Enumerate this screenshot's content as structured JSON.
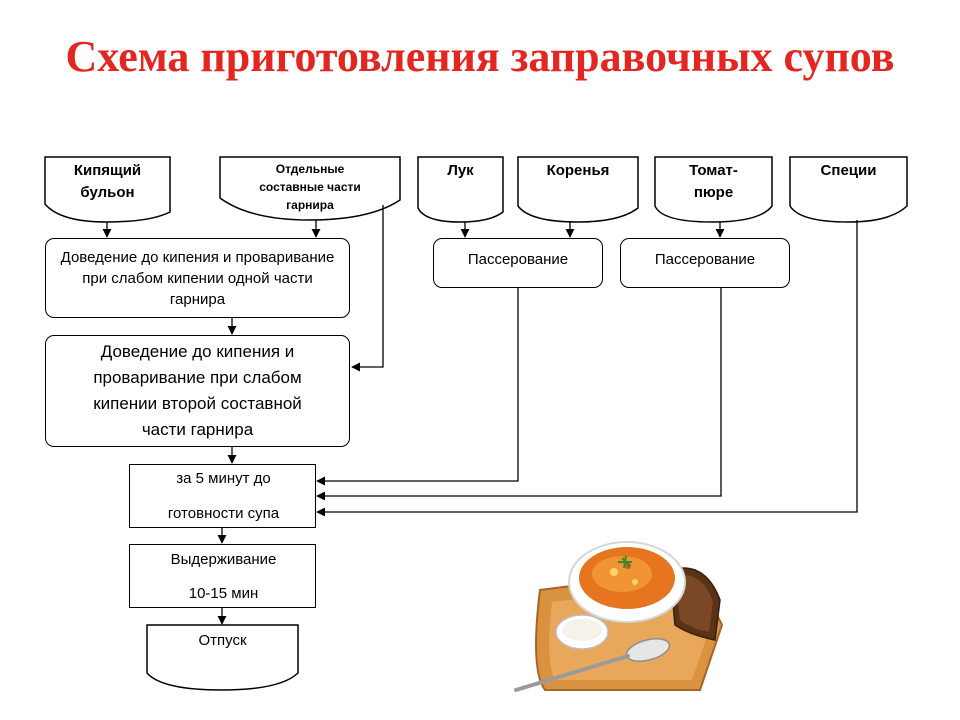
{
  "title": "Схема приготовления заправочных супов",
  "inputs": {
    "broth": [
      "Кипящий",
      "бульон"
    ],
    "garnish": [
      "Отдельные",
      "составные части",
      "гарнира"
    ],
    "onion": "Лук",
    "roots": "Коренья",
    "tomato": [
      "Томат-",
      "пюре"
    ],
    "spices": "Специи"
  },
  "steps": {
    "boil_first": "Доведение до кипения и проваривание при слабом кипении одной части гарнира",
    "boil_second": "Доведение до кипения и проваривание при слабом кипении второй составной части гарнира",
    "saute_1": "Пассерование",
    "saute_2": "Пассерование",
    "final_add_line1": "за 5 минут до",
    "final_add_line2": "готовности супа",
    "rest_line1": "Выдерживание",
    "rest_line2": "10-15 мин",
    "serve": "Отпуск"
  },
  "colors": {
    "title": "#e3261f",
    "lines": "#000000"
  },
  "illustration": "soup-bowl-with-bread-and-spoon"
}
